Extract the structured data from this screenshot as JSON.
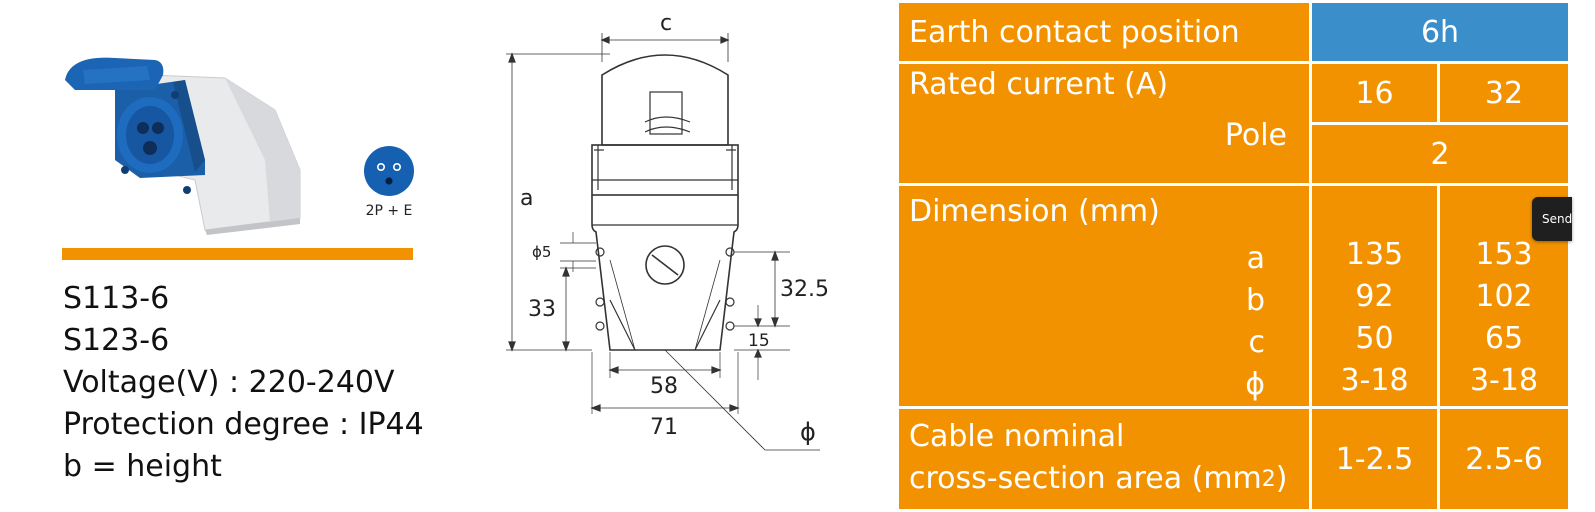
{
  "product": {
    "pin_label": "2P + E",
    "models": [
      "S113-6",
      "S123-6"
    ],
    "voltage": "Voltage(V) : 220-240V",
    "protection": "Protection degree : IP44",
    "height_note": "b = height"
  },
  "drawing": {
    "label_c": "c",
    "label_a": "a",
    "label_phi5": "ϕ5",
    "label_33": "33",
    "label_32_5": "32.5",
    "label_15": "15",
    "label_58": "58",
    "label_71": "71",
    "label_phi": "ϕ"
  },
  "table": {
    "earth_contact_label": "Earth contact position",
    "earth_contact_value": "6h",
    "rated_current_label": "Rated current (A)",
    "rated_current_values": [
      "16",
      "32"
    ],
    "pole_label": "Pole",
    "pole_value": "2",
    "dimension_label": "Dimension (mm)",
    "dimension_keys": [
      "a",
      "b",
      "c",
      "ϕ"
    ],
    "dimension_col1": [
      "135",
      "92",
      "50",
      "3-18"
    ],
    "dimension_col2": [
      "153",
      "102",
      "65",
      "3-18"
    ],
    "cable_label_line1": "Cable nominal",
    "cable_label_line2": "cross-section area (mm",
    "cable_label_sup": "2",
    "cable_label_end": ")",
    "cable_values": [
      "1-2.5",
      "2.5-6"
    ]
  },
  "send_tab": {
    "label": "Send"
  },
  "colors": {
    "orange": "#f39200",
    "blue": "#3a8fcb",
    "socket_blue": "#1560b0"
  }
}
